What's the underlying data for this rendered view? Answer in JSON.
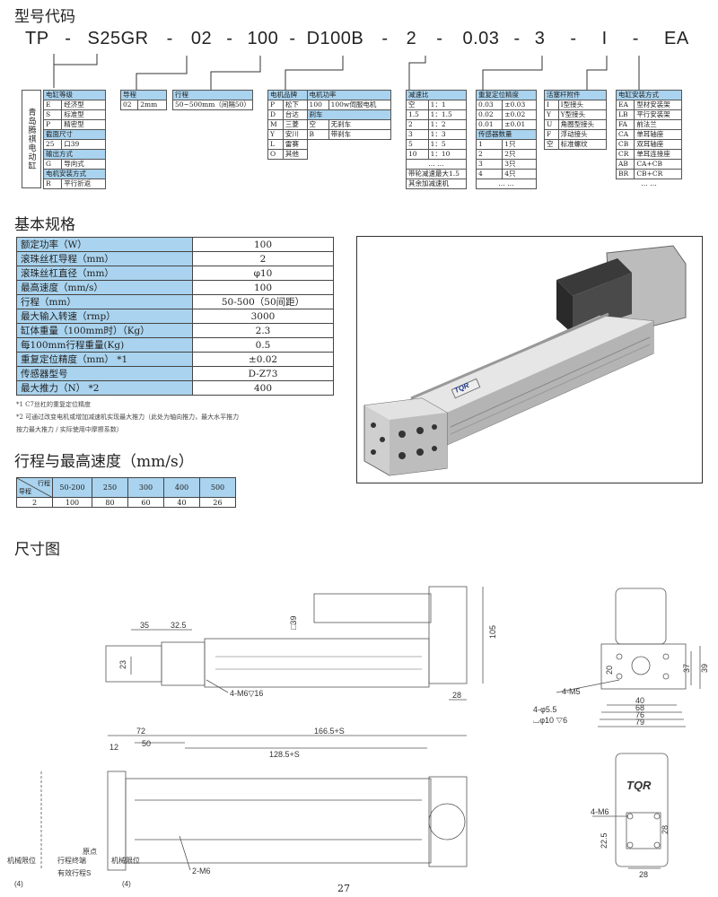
{
  "model_code": {
    "title": "型号代码",
    "parts": [
      "TP",
      "-",
      "S25GR",
      "-",
      "02",
      "-",
      "100",
      "-",
      "D100B",
      "-",
      "2",
      "-",
      "0.03",
      "-",
      "3",
      "-",
      "I",
      "-",
      "EA"
    ]
  },
  "code_boxes": {
    "vertical_label": "青岛腾祺电动缸",
    "grade": {
      "header": "电缸等级",
      "rows": [
        [
          "E",
          "经济型"
        ],
        [
          "S",
          "标准型"
        ],
        [
          "P",
          "精密型"
        ]
      ],
      "section_header": "截面尺寸",
      "section_rows": [
        [
          "25",
          "口39"
        ]
      ],
      "output_header": "输出方式",
      "output_rows": [
        [
          "G",
          "导向式"
        ]
      ],
      "mount_header": "电机安装方式",
      "mount_rows": [
        [
          "R",
          "平行折返"
        ]
      ]
    },
    "lead": {
      "header": "导程",
      "rows": [
        [
          "02",
          "2mm"
        ]
      ]
    },
    "stroke": {
      "header": "行程",
      "rows": [
        [
          "50~500mm（间隔50）"
        ]
      ]
    },
    "motor": {
      "header_brand": "电机品牌",
      "header_power": "电机功率",
      "brand_rows": [
        [
          "P",
          "松下"
        ],
        [
          "D",
          "台达"
        ],
        [
          "M",
          "三菱"
        ],
        [
          "Y",
          "安川"
        ],
        [
          "L",
          "雷赛"
        ],
        [
          "O",
          "其他"
        ]
      ],
      "power_rows": [
        [
          "100",
          "100w伺服电机"
        ]
      ],
      "brake_header": "刹车",
      "brake_rows": [
        [
          "空",
          "无刹车"
        ],
        [
          "B",
          "带刹车"
        ]
      ]
    },
    "reducer": {
      "header": "减速比",
      "rows": [
        [
          "空",
          "1：1"
        ],
        [
          "1.5",
          "1：1.5"
        ],
        [
          "2",
          "1：2"
        ],
        [
          "3",
          "1：3"
        ],
        [
          "5",
          "1：5"
        ],
        [
          "10",
          "1：10"
        ]
      ],
      "more": "… …",
      "note1": "带轮减速最大1.5",
      "note2": "其余加减速机"
    },
    "accuracy": {
      "header": "重复定位精度",
      "rows": [
        [
          "0.03",
          "±0.03"
        ],
        [
          "0.02",
          "±0.02"
        ],
        [
          "0.01",
          "±0.01"
        ]
      ],
      "sensor_header": "传感器数量",
      "sensor_rows": [
        [
          "1",
          "1只"
        ],
        [
          "2",
          "2只"
        ],
        [
          "3",
          "3只"
        ],
        [
          "4",
          "4只"
        ]
      ],
      "more": "… …"
    },
    "rod": {
      "header": "活塞杆附件",
      "rows": [
        [
          "I",
          "I型接头"
        ],
        [
          "Y",
          "Y型接头"
        ],
        [
          "U",
          "角圈型接头"
        ],
        [
          "F",
          "浮动接头"
        ],
        [
          "空",
          "标准螺纹"
        ]
      ]
    },
    "install": {
      "header": "电缸安装方式",
      "rows": [
        [
          "EA",
          "型材安装架"
        ],
        [
          "LB",
          "平行安装架"
        ],
        [
          "FA",
          "前法兰"
        ],
        [
          "CA",
          "单耳轴座"
        ],
        [
          "CB",
          "双耳轴座"
        ],
        [
          "CR",
          "单耳连接座"
        ],
        [
          "AB",
          "CA+CB"
        ],
        [
          "BR",
          "CB+CR"
        ]
      ],
      "more": "… …"
    }
  },
  "specs": {
    "title": "基本规格",
    "rows": [
      [
        "额定功率（W）",
        "100"
      ],
      [
        "滚珠丝杠导程（mm）",
        "2"
      ],
      [
        "滚珠丝杠直径（mm）",
        "φ10"
      ],
      [
        "最高速度（mm/s）",
        "100"
      ],
      [
        "行程（mm）",
        "50-500（50间距）"
      ],
      [
        "最大输入转速（rmp）",
        "3000"
      ],
      [
        "缸体重量（100mm时）（Kg）",
        "2.3"
      ],
      [
        "每100mm行程重量(Kg)",
        "0.5"
      ],
      [
        "重复定位精度（mm） *1",
        "±0.02"
      ],
      [
        "传感器型号",
        "D-Z73"
      ],
      [
        "最大推力（N） *2",
        "400"
      ]
    ],
    "note1": "*1 C7丝杠的重复定位精度",
    "note2": "*2 可通过改变电机或增加减速机实现最大推力（此处为轴向推力，最大水平推力",
    "note3": "按力最大推力 / 实际使用中摩擦系数）"
  },
  "speed": {
    "title": "行程与最高速度（mm/s）",
    "corner_top": "行程",
    "corner_bottom": "导程",
    "strokes": [
      "50-200",
      "250",
      "300",
      "400",
      "500"
    ],
    "lead": "2",
    "values": [
      "100",
      "80",
      "60",
      "40",
      "26"
    ]
  },
  "product_logo": "TQR",
  "dims": {
    "title": "尺寸图",
    "d35": "35",
    "d32_5": "32.5",
    "d39sq": "□39",
    "d105": "105",
    "d23": "23",
    "d28": "28",
    "m6": "4-M6▽16",
    "d72": "72",
    "d12": "12",
    "d50": "50",
    "d166": "166.5+S",
    "d128": "128.5+S",
    "d2m6": "2-M6",
    "lbl_mech1": "机械限位",
    "lbl_end": "行程终端",
    "lbl_origin": "原点",
    "lbl_stroke": "有效行程S",
    "lbl_mech2": "机械限位",
    "d4a": "(4)",
    "d4b": "(4)",
    "d20": "20",
    "m5": "4-M5",
    "d37": "37",
    "d39": "39",
    "d40": "40",
    "d68": "68",
    "d76": "76",
    "d79": "79",
    "d5_5": "4-φ5.5",
    "cbore": "⌴φ10 ▽6",
    "m6b": "4-M6",
    "d22_5": "22.5",
    "d28b": "28",
    "d28c": "28"
  },
  "page_number": "27"
}
